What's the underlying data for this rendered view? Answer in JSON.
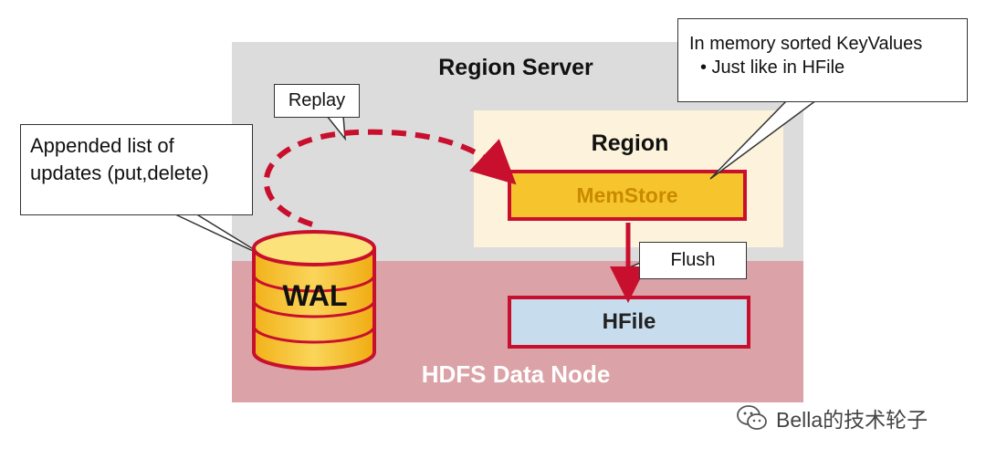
{
  "region_server": {
    "title": "Region Server"
  },
  "hdfs": {
    "label": "HDFS Data Node"
  },
  "region": {
    "title": "Region",
    "memstore_label": "MemStore",
    "hfile_label": "HFile"
  },
  "wal": {
    "label": "WAL"
  },
  "callouts": {
    "wal_line1": "Appended list of",
    "wal_line2": "updates (put,delete)",
    "mem_line1": "In memory sorted KeyValues",
    "mem_line2": "• Just like in HFile",
    "replay": "Replay",
    "flush": "Flush"
  },
  "watermark": {
    "text": "Bella的技术轮子"
  },
  "colors": {
    "server_bg": "#dcdcdc",
    "hdfs_bg": "#dba3a7",
    "region_bg": "#fdf3dc",
    "memstore": "#f6c52d",
    "hfile": "#c7dced",
    "accent_red": "#c8102e",
    "wal_yellow": "#f6c52d"
  }
}
